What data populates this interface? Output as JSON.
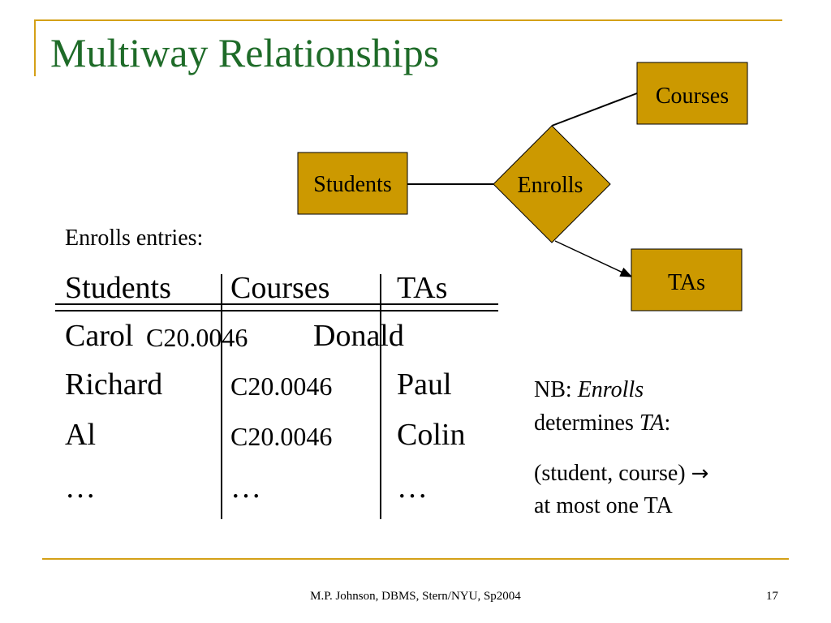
{
  "slide": {
    "title": "Multiway Relationships",
    "entries_label": "Enrolls entries:",
    "footer": "M.P. Johnson, DBMS, Stern/NYU, Sp2004",
    "page_number": "17",
    "accent_color": "#d4a017",
    "title_color": "#1e6b28",
    "box_fill": "#cc9900"
  },
  "diagram": {
    "entity_left": "Students",
    "relationship": "Enrolls",
    "entity_top": "Courses",
    "entity_bottom": "TAs"
  },
  "table": {
    "headers": [
      "Students",
      "Courses",
      "TAs"
    ],
    "rows": [
      [
        "Carol",
        "C20.0046",
        "Donald"
      ],
      [
        "Richard",
        "C20.0046",
        "Paul"
      ],
      [
        "Al",
        "C20.0046",
        "Colin"
      ],
      [
        "…",
        "…",
        "…"
      ]
    ]
  },
  "note": {
    "line1_prefix": "NB: ",
    "line1_italic": "Enrolls",
    "line2_prefix": "determines ",
    "line2_italic": "TA",
    "line2_suffix": ":",
    "line3": "(student, course) ",
    "line3_arrow": "→",
    "line4": "at most one TA"
  }
}
